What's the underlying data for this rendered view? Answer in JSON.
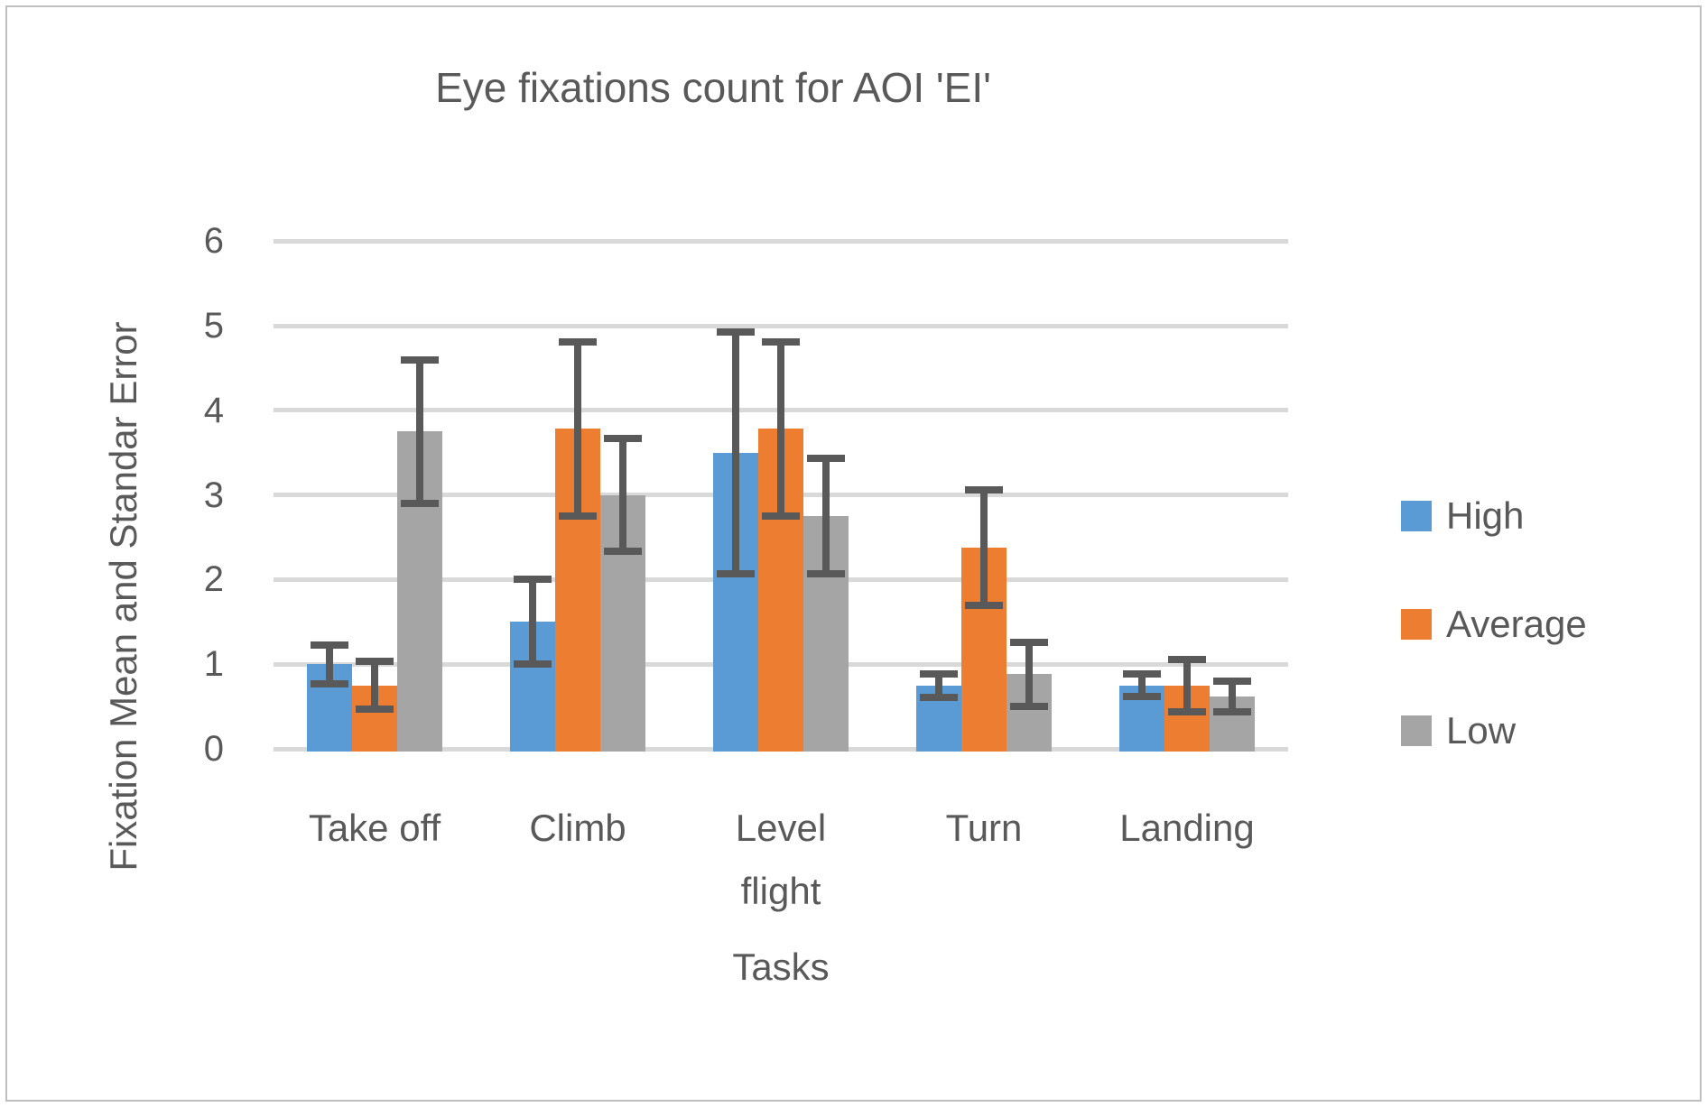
{
  "chart_data": {
    "type": "bar",
    "title": "Eye fixations count for AOI 'EI'",
    "xlabel": "Tasks",
    "ylabel": "Fixation Mean and Standar Error",
    "categories": [
      "Take off",
      "Climb",
      "Level flight",
      "Turn",
      "Landing"
    ],
    "series": [
      {
        "name": "High",
        "color": "#5B9BD5",
        "values": [
          1.0,
          1.5,
          3.5,
          0.75,
          0.75
        ],
        "errors": [
          0.23,
          0.5,
          1.43,
          0.14,
          0.13
        ]
      },
      {
        "name": "Average",
        "color": "#ED7D31",
        "values": [
          0.75,
          3.78,
          3.78,
          2.38,
          0.75
        ],
        "errors": [
          0.28,
          1.03,
          1.03,
          0.68,
          0.31
        ]
      },
      {
        "name": "Low",
        "color": "#A5A5A5",
        "values": [
          3.75,
          3.0,
          2.75,
          0.88,
          0.62
        ],
        "errors": [
          0.85,
          0.67,
          0.68,
          0.38,
          0.18
        ]
      }
    ],
    "yticks": [
      0,
      1,
      2,
      3,
      4,
      5,
      6
    ],
    "ylim": [
      0,
      6
    ],
    "grid": true,
    "error_bars": true,
    "legend_position": "right",
    "colors": {
      "text": "#595959",
      "gridline": "#D9D9D9",
      "error_bar": "#595959",
      "border": "#BFBFBF"
    }
  }
}
